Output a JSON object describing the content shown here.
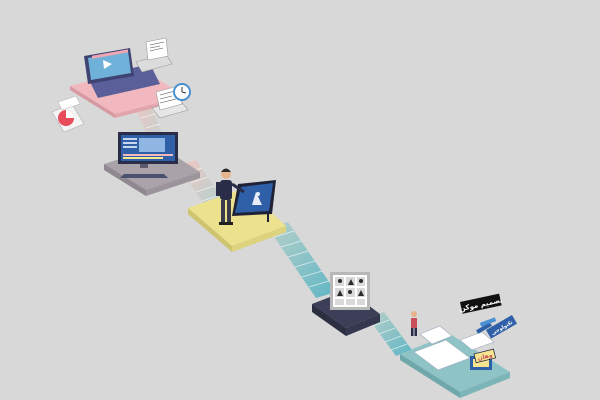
{
  "scene": {
    "background": "#d8d8d8",
    "palette": {
      "pink_platform": "#f2b8bf",
      "grey_platform": "#a9a2a8",
      "yellow_platform": "#ece28e",
      "navy_platform": "#3c3f57",
      "teal_platform": "#8fc4c6",
      "stair_start": "#f3c6c0",
      "stair_end": "#5fb6c6",
      "screen_blue": "#2f5fa6",
      "laptop_purple": "#5a5f9a"
    },
    "icons": [
      "laptop-video-icon",
      "laptop-icon",
      "laptop-clock-icon",
      "clock-icon",
      "pie-chart-document-icon",
      "desktop-editor-icon",
      "artist-person-icon",
      "drawing-tablet-icon",
      "storyboard-frame-icon",
      "person-standing-icon",
      "paper-sheet-icon",
      "sign-board-icon",
      "pencils-icon"
    ],
    "signs": [
      {
        "text": "تصميم موكن"
      },
      {
        "text": "تكنولوجي"
      },
      {
        "text": "وهان"
      }
    ]
  }
}
